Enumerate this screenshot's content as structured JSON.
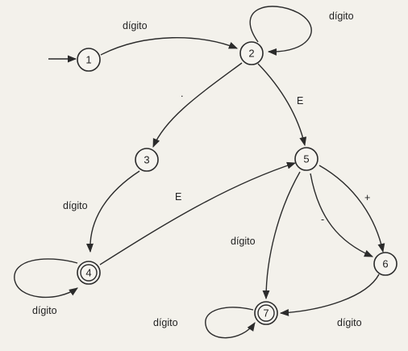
{
  "diagram": {
    "type": "finite-state-automaton",
    "states": [
      {
        "id": "1",
        "label": "1",
        "start": true,
        "final": false
      },
      {
        "id": "2",
        "label": "2",
        "start": false,
        "final": false
      },
      {
        "id": "3",
        "label": "3",
        "start": false,
        "final": false
      },
      {
        "id": "4",
        "label": "4",
        "start": false,
        "final": true
      },
      {
        "id": "5",
        "label": "5",
        "start": false,
        "final": false
      },
      {
        "id": "6",
        "label": "6",
        "start": false,
        "final": false
      },
      {
        "id": "7",
        "label": "7",
        "start": false,
        "final": true
      }
    ],
    "transitions": [
      {
        "from": "1",
        "to": "2",
        "label": "dígito"
      },
      {
        "from": "2",
        "to": "2",
        "label": "dígito"
      },
      {
        "from": "2",
        "to": "3",
        "label": "."
      },
      {
        "from": "2",
        "to": "5",
        "label": "E"
      },
      {
        "from": "3",
        "to": "4",
        "label": "dígito"
      },
      {
        "from": "4",
        "to": "4",
        "label": "dígito"
      },
      {
        "from": "4",
        "to": "5",
        "label": "E"
      },
      {
        "from": "5",
        "to": "6",
        "label": "+"
      },
      {
        "from": "5",
        "to": "6",
        "label": "-"
      },
      {
        "from": "5",
        "to": "7",
        "label": "dígito"
      },
      {
        "from": "6",
        "to": "7",
        "label": "dígito"
      },
      {
        "from": "7",
        "to": "7",
        "label": "dígito"
      }
    ]
  }
}
